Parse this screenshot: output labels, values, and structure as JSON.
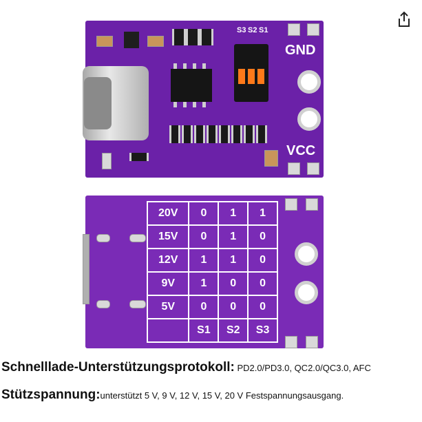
{
  "share": {
    "icon": "share-icon"
  },
  "top_board": {
    "labels": {
      "gnd": "GND",
      "vcc": "VCC",
      "s3": "S3",
      "s2": "S2",
      "s1": "S1"
    }
  },
  "bottom_board": {
    "table": {
      "rows": [
        {
          "voltage": "20V",
          "s1": "0",
          "s2": "1",
          "s3": "1"
        },
        {
          "voltage": "15V",
          "s1": "0",
          "s2": "1",
          "s3": "0"
        },
        {
          "voltage": "12V",
          "s1": "1",
          "s2": "1",
          "s3": "0"
        },
        {
          "voltage": "9V",
          "s1": "1",
          "s2": "0",
          "s3": "0"
        },
        {
          "voltage": "5V",
          "s1": "0",
          "s2": "0",
          "s3": "0"
        }
      ],
      "footer": {
        "c1": "S1",
        "c2": "S2",
        "c3": "S3"
      }
    }
  },
  "caption": {
    "line1_label": "Schnelllade-Unterstützungsprotokoll:",
    "line1_value": " PD2.0/PD3.0, QC2.0/QC3.0, AFC",
    "line2_label": "Stützspannung:",
    "line2_value": "unterstützt 5 V, 9 V, 12 V, 15 V, 20 V Festspannungsausgang."
  }
}
